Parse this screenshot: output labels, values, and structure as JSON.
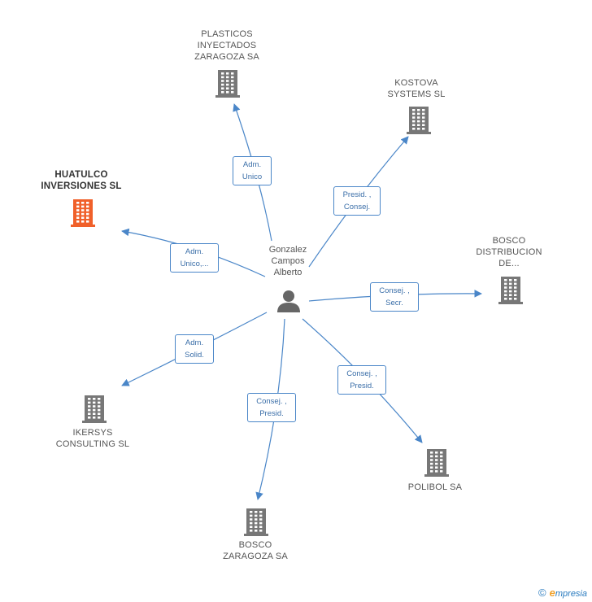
{
  "colors": {
    "edge": "#4a86c8",
    "building": "#777777",
    "building_highlight": "#f0602a",
    "person": "#666666"
  },
  "center": {
    "name_lines": [
      "Gonzalez",
      "Campos",
      "Alberto"
    ],
    "icon": "person-icon"
  },
  "nodes": [
    {
      "id": "plasticos",
      "name_lines": [
        "PLASTICOS",
        "INYECTADOS",
        "ZARAGOZA SA"
      ],
      "highlight": false,
      "icon": "building-icon",
      "edge_label": [
        "Adm.",
        "Unico"
      ]
    },
    {
      "id": "kostova",
      "name_lines": [
        "KOSTOVA",
        "SYSTEMS SL"
      ],
      "highlight": false,
      "icon": "building-icon",
      "edge_label": [
        "Presid. ,",
        "Consej."
      ]
    },
    {
      "id": "huatulco",
      "name_lines": [
        "HUATULCO",
        "INVERSIONES SL"
      ],
      "highlight": true,
      "icon": "building-icon",
      "edge_label": [
        "Adm.",
        "Unico,..."
      ]
    },
    {
      "id": "bosco-dist",
      "name_lines": [
        "BOSCO",
        "DISTRIBUCION",
        "DE..."
      ],
      "highlight": false,
      "icon": "building-icon",
      "edge_label": [
        "Consej. ,",
        "Secr."
      ]
    },
    {
      "id": "ikersys",
      "name_lines": [
        "IKERSYS",
        "CONSULTING SL"
      ],
      "highlight": false,
      "icon": "building-icon",
      "edge_label": [
        "Adm.",
        "Solid."
      ]
    },
    {
      "id": "polibol",
      "name_lines": [
        "POLIBOL SA"
      ],
      "highlight": false,
      "icon": "building-icon",
      "edge_label": [
        "Consej. ,",
        "Presid."
      ]
    },
    {
      "id": "bosco-zgz",
      "name_lines": [
        "BOSCO",
        "ZARAGOZA SA"
      ],
      "highlight": false,
      "icon": "building-icon",
      "edge_label": [
        "Consej. ,",
        "Presid."
      ]
    }
  ],
  "footer": {
    "copyright": "©",
    "brand_initial": "e",
    "brand_rest": "mpresia"
  }
}
